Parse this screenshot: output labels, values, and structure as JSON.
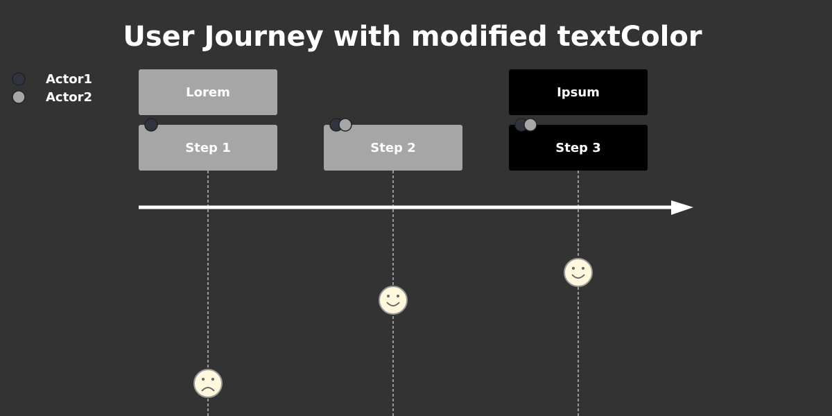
{
  "title": "User Journey with modified textColor",
  "colors": {
    "background": "#333333",
    "text": "#ffffff",
    "timeline": "#ffffff",
    "dashed_line": "#ffffff",
    "face_fill": "#FFF8DC",
    "face_stroke": "#999999",
    "face_feature": "#666666",
    "actor_outline": "#222222"
  },
  "actors": [
    {
      "name": "Actor1",
      "color": "#2F3440"
    },
    {
      "name": "Actor2",
      "color": "#A6A6A6"
    }
  ],
  "sections": [
    {
      "label": "Lorem",
      "color": "#A6A6A6"
    },
    {
      "label": "Ipsum",
      "color": "#000000"
    }
  ],
  "tasks": [
    {
      "label": "Step 1",
      "section": 0,
      "score": 1,
      "mood": "sad",
      "actors": [
        0
      ],
      "color": "#A6A6A6"
    },
    {
      "label": "Step 2",
      "section": 0,
      "score": 4,
      "mood": "happy",
      "actors": [
        0,
        1
      ],
      "color": "#A6A6A6"
    },
    {
      "label": "Step 3",
      "section": 1,
      "score": 5,
      "mood": "happy",
      "actors": [
        0,
        1
      ],
      "color": "#000000"
    }
  ]
}
